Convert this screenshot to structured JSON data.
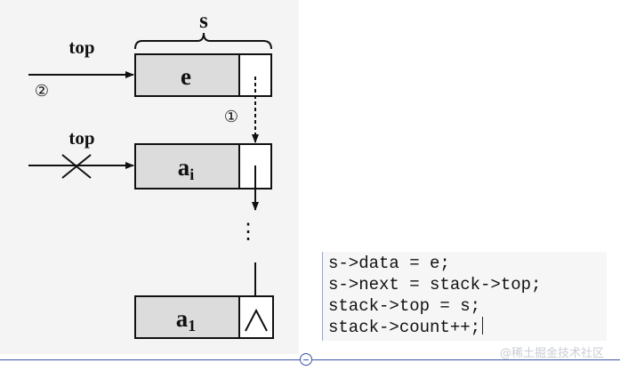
{
  "diagram": {
    "brace_label": "s",
    "top_label": "top",
    "top_label_old": "top",
    "step_two": "②",
    "step_one": "①",
    "node_new": "e",
    "node_ai_base": "a",
    "node_ai_sub": "i",
    "ellipsis": "⋮",
    "node_a1_base": "a",
    "node_a1_sub": "1"
  },
  "code": {
    "lines": [
      "s->data = e;",
      "s->next = stack->top;",
      "stack->top = s;",
      "stack->count++;"
    ]
  },
  "watermark": "@稀土掘金技术社区"
}
